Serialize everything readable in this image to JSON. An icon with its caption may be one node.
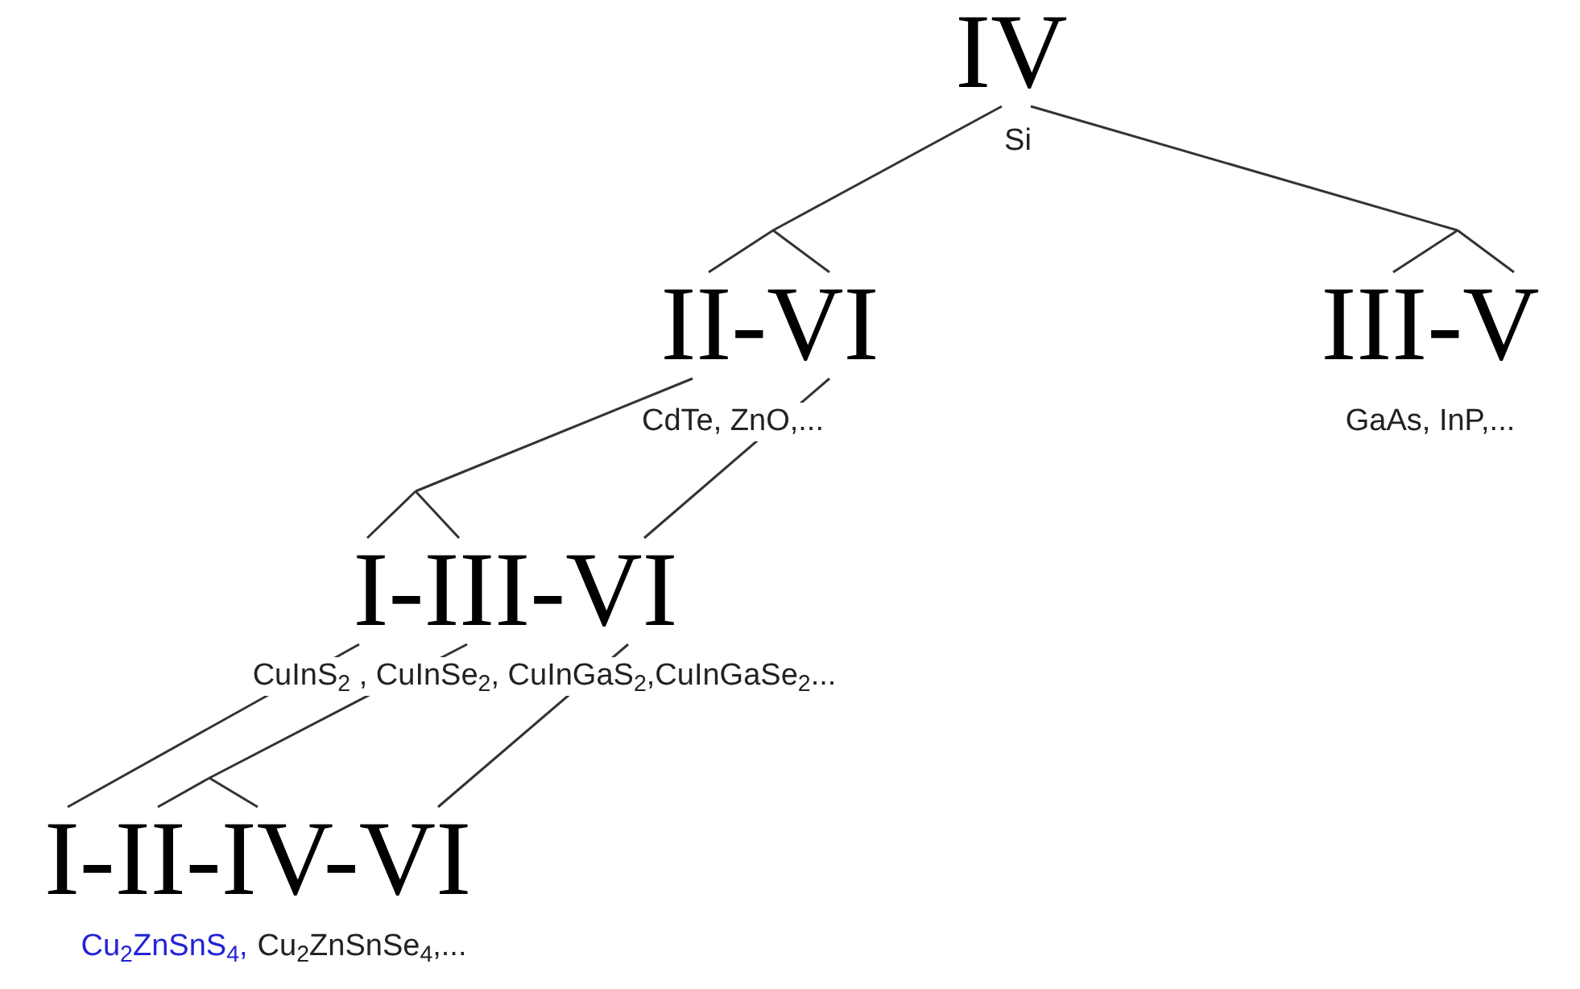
{
  "diagram": {
    "nodes": [
      {
        "text": [
          "IV"
        ],
        "beside": [
          "Si"
        ]
      },
      {
        "text": [
          "II-VI"
        ],
        "beside": [
          "CdTe, ZnO,..."
        ]
      },
      {
        "text": [
          "III-V"
        ],
        "beside": [
          "GaAs, InP,..."
        ]
      },
      {
        "text": [
          "I-III-VI"
        ],
        "beside": [
          "CuInS$_{2}$ , CuInSe$_{2}$, CuInGaS$_{2}$,CuInGaSe$_{2}$..."
        ]
      },
      {
        "text": [
          "I-II-IV-VI"
        ],
        "beside": [
          "Cu$_{2}$ZnSnS$_{4}$,",
          "Cu$_{2}$ZnSnSe$_{4}$,..."
        ]
      }
    ],
    "edges": [
      {
        "from": 0,
        "to": 1,
        "arrow": "none"
      },
      {
        "from": 0,
        "to": 2,
        "arrow": "none"
      },
      {
        "from": 1,
        "to": 3,
        "arrow": "none"
      },
      {
        "from": 1,
        "to": 3,
        "arrow": "none"
      },
      {
        "from": 3,
        "to": 4,
        "arrow": "none"
      },
      {
        "from": 3,
        "to": 4,
        "arrow": "none"
      },
      {
        "from": 3,
        "to": 4,
        "arrow": "none"
      }
    ]
  }
}
